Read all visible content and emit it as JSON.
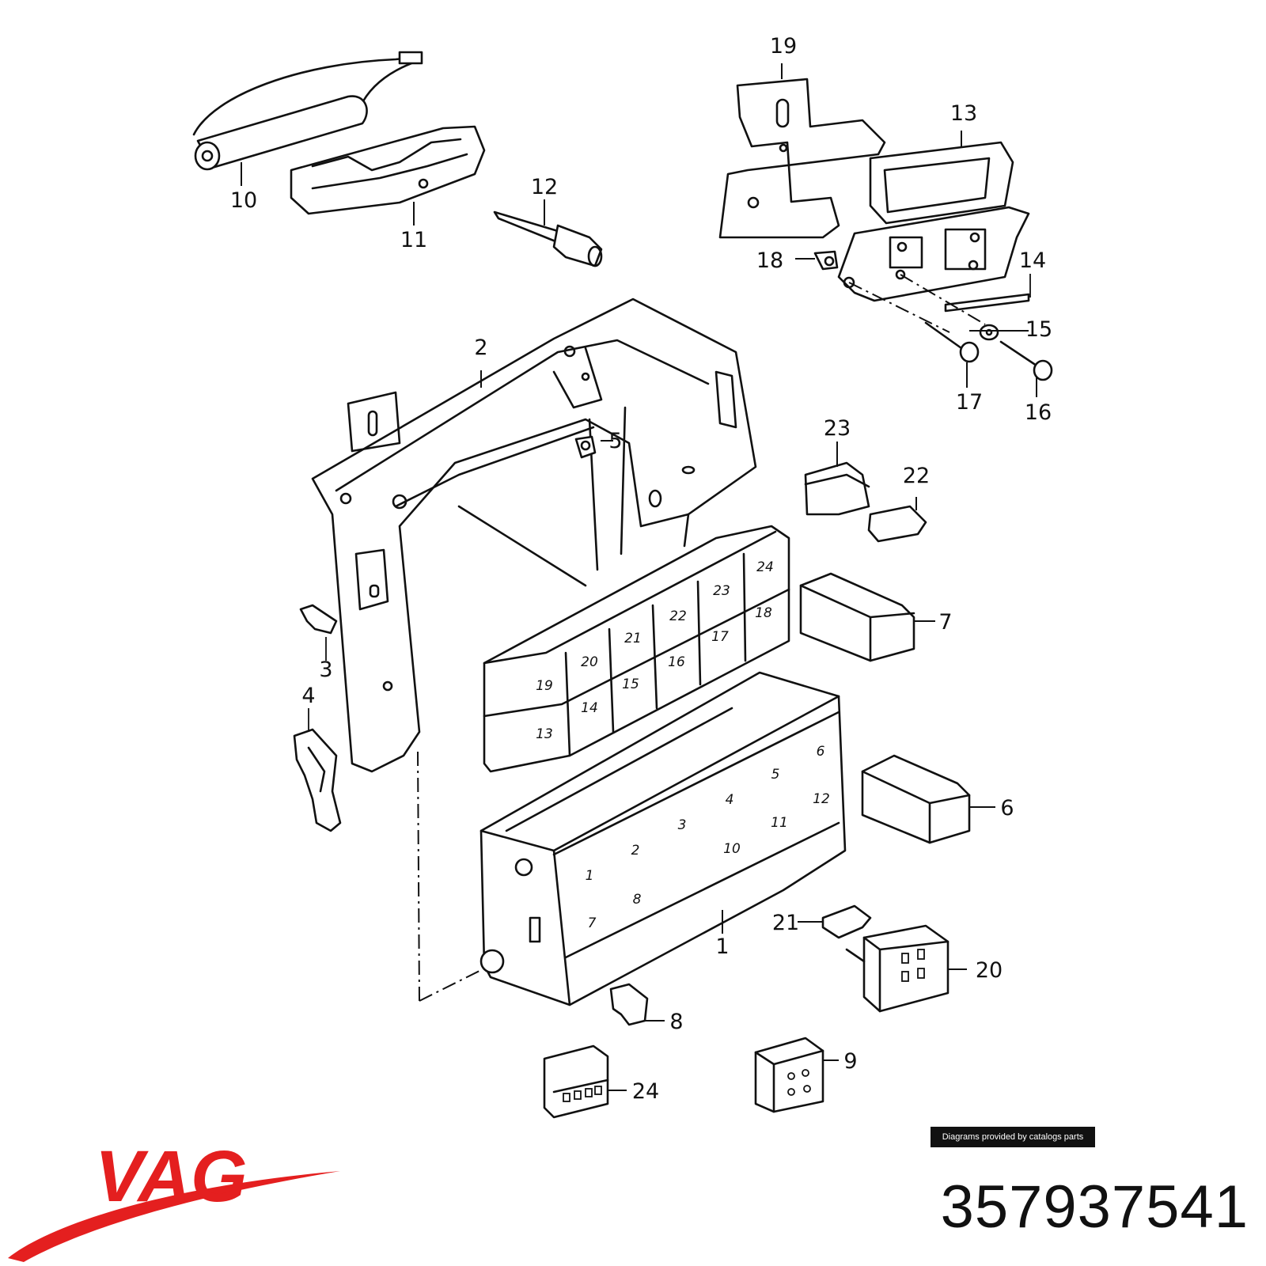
{
  "callouts": [
    "1",
    "2",
    "3",
    "4",
    "5",
    "6",
    "7",
    "8",
    "9",
    "10",
    "11",
    "12",
    "13",
    "14",
    "15",
    "16",
    "17",
    "18",
    "19",
    "20",
    "21",
    "22",
    "23",
    "24"
  ],
  "relay_slots": [
    "13",
    "14",
    "15",
    "16",
    "17",
    "18",
    "19",
    "20",
    "21",
    "22",
    "23",
    "24"
  ],
  "fuse_slots": [
    "1",
    "2",
    "3",
    "4",
    "5",
    "6",
    "7",
    "8",
    "10",
    "11",
    "12"
  ],
  "credit": "Diagrams provided by catalogs parts",
  "brand": "VAG",
  "part_number": "357937541",
  "colors": {
    "brand_red": "#e41f1f",
    "ink": "#111111"
  }
}
